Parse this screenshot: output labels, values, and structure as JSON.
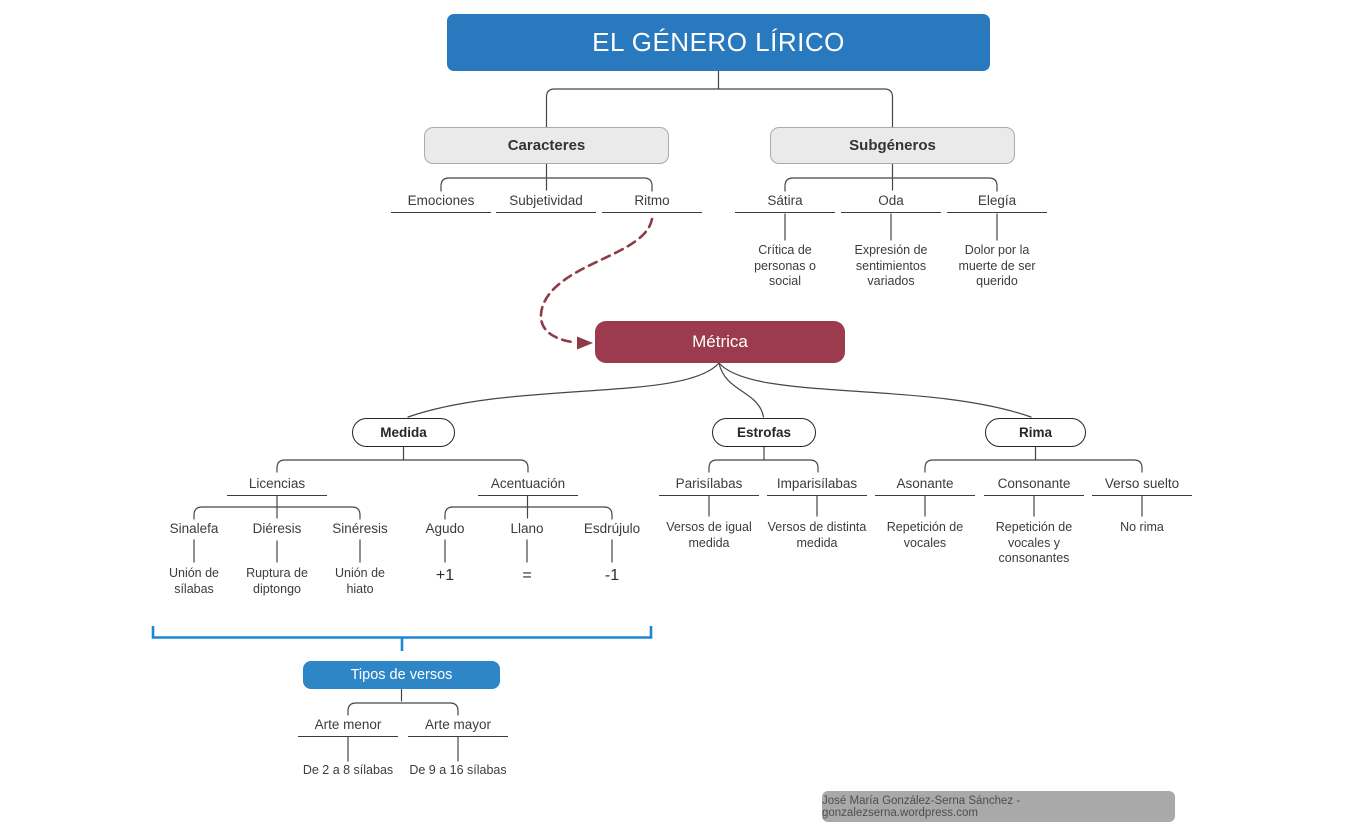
{
  "title": "EL GÉNERO LÍRICO",
  "caracteres": {
    "label": "Caracteres",
    "items": [
      {
        "label": "Emociones"
      },
      {
        "label": "Subjetividad"
      },
      {
        "label": "Ritmo"
      }
    ]
  },
  "subgeneros": {
    "label": "Subgéneros",
    "items": [
      {
        "label": "Sátira",
        "desc": "Crítica de personas o social"
      },
      {
        "label": "Oda",
        "desc": "Expresión de sentimientos variados"
      },
      {
        "label": "Elegía",
        "desc": "Dolor por la muerte de ser querido"
      }
    ]
  },
  "metrica": {
    "label": "Métrica",
    "medida": {
      "label": "Medida",
      "licencias": {
        "label": "Licencias",
        "items": [
          {
            "label": "Sinalefa",
            "desc": "Unión de sílabas"
          },
          {
            "label": "Diéresis",
            "desc": "Ruptura de diptongo"
          },
          {
            "label": "Sinéresis",
            "desc": "Unión de hiato"
          }
        ]
      },
      "acentuacion": {
        "label": "Acentuación",
        "items": [
          {
            "label": "Agudo",
            "value": "+1"
          },
          {
            "label": "Llano",
            "value": "="
          },
          {
            "label": "Esdrújulo",
            "value": "-1"
          }
        ]
      }
    },
    "estrofas": {
      "label": "Estrofas",
      "items": [
        {
          "label": "Parisílabas",
          "desc": "Versos de igual medida"
        },
        {
          "label": "Imparisílabas",
          "desc": "Versos de distinta medida"
        }
      ]
    },
    "rima": {
      "label": "Rima",
      "items": [
        {
          "label": "Asonante",
          "desc": "Repetición de vocales"
        },
        {
          "label": "Consonante",
          "desc": "Repetición de vocales y consonantes"
        },
        {
          "label": "Verso suelto",
          "desc": "No rima"
        }
      ]
    }
  },
  "tipos_de_versos": {
    "label": "Tipos de versos",
    "items": [
      {
        "label": "Arte menor",
        "desc": "De 2 a 8 sílabas"
      },
      {
        "label": "Arte mayor",
        "desc": "De 9 a 16 sílabas"
      }
    ]
  },
  "credit": "José María González-Serna Sánchez - gonzalezserna.wordpress.com",
  "colors": {
    "title_blue": "#2979BE",
    "accent_blue": "#2E86C7",
    "brace_blue": "#1C87D4",
    "maroon": "#9C3B4D",
    "arrow_maroon": "#8F3A47",
    "box_gray": "#EAEAEA",
    "badge_gray": "#A9A9A9",
    "wire": "#464646"
  }
}
